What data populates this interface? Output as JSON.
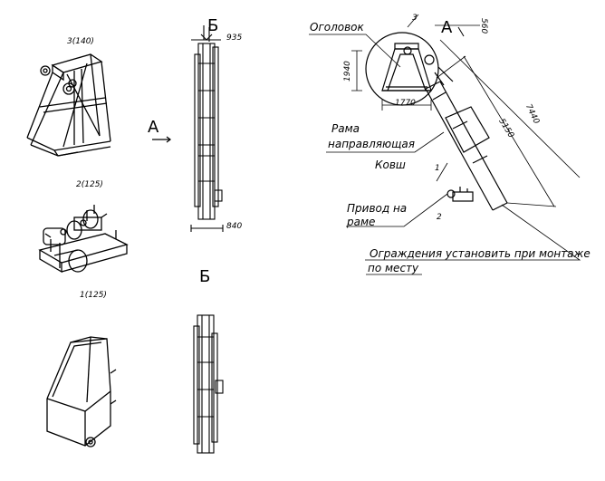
{
  "views": {
    "headframe_label": "3(140)",
    "drive_label": "2(125)",
    "bucket_label": "1(125)",
    "view_a_letter": "А",
    "view_b_letter_top": "Б",
    "view_b_letter_bottom": "Б",
    "arrow_a_letter": "А"
  },
  "dimensions": {
    "side_width_top": "935",
    "side_width_bottom": "840",
    "head_height": "1940",
    "head_width": "1770",
    "head_offset": "560",
    "rail_length": "5150",
    "total_length": "7440"
  },
  "callouts": {
    "head": "Оголовок",
    "head_num": "3",
    "frame_line1": "Рама",
    "frame_line2": "направляющая",
    "bucket": "Ковш",
    "bucket_num": "1",
    "drive_line1": "Привод на",
    "drive_line2": "раме",
    "drive_num": "2",
    "note_line1": "Ограждения установить при монтаже",
    "note_line2": "по месту"
  }
}
